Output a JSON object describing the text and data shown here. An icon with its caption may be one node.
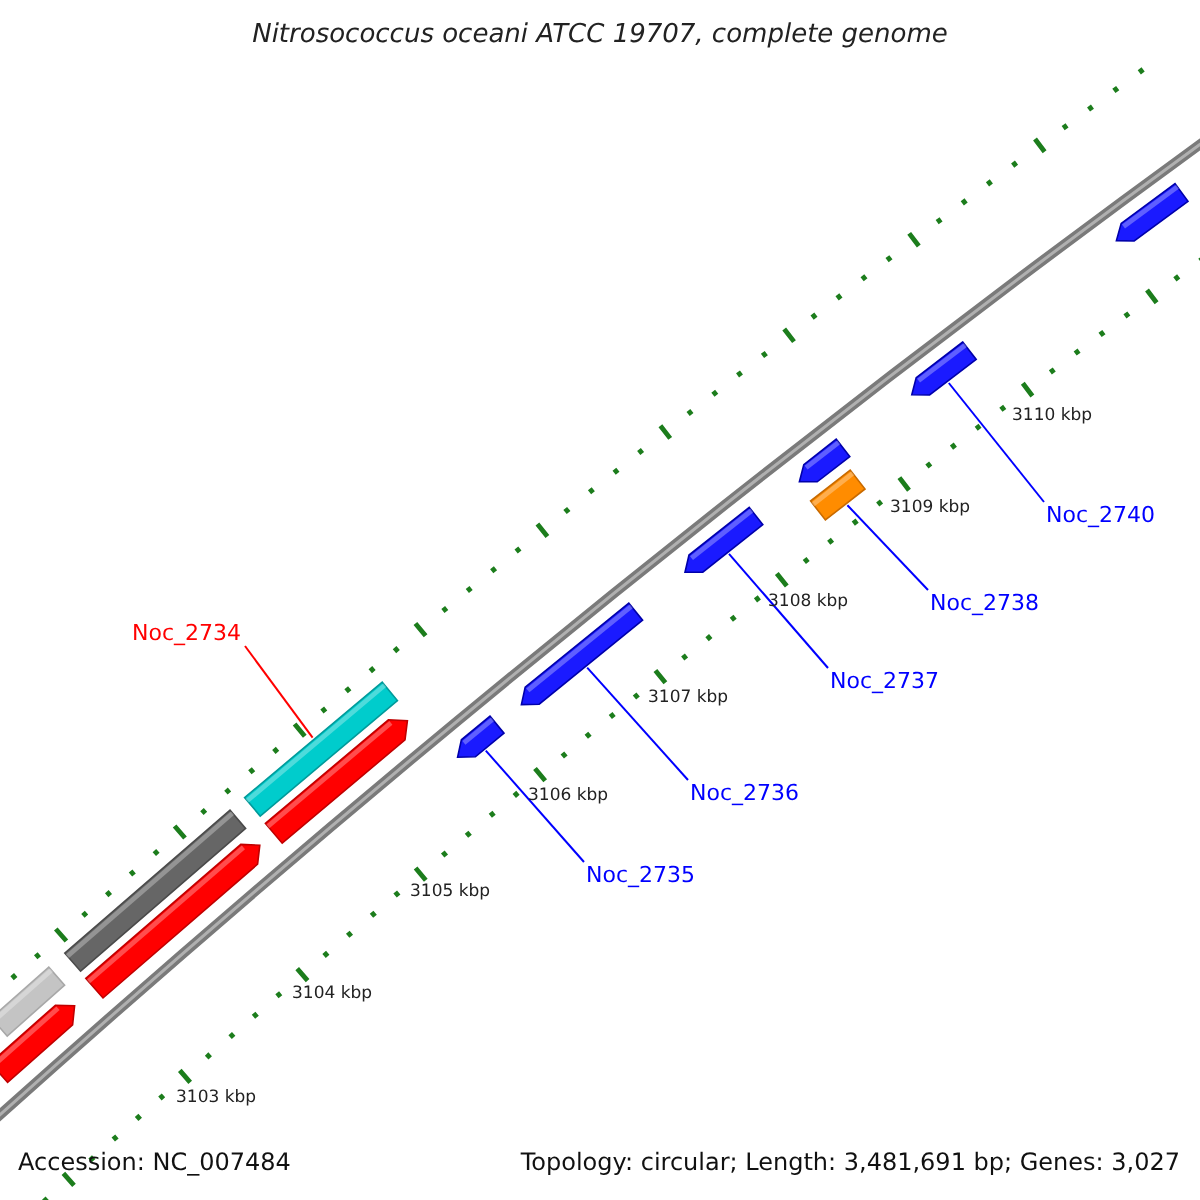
{
  "diagram": {
    "title": "Nitrosococcus oceani ATCC 19707, complete genome",
    "nodes": [
      {
        "text": [
          "Noc_2734"
        ]
      },
      {
        "text": [
          "Noc_2735"
        ]
      },
      {
        "text": [
          "Noc_2736"
        ]
      },
      {
        "text": [
          "Noc_2737"
        ]
      },
      {
        "text": [
          "Noc_2738"
        ]
      },
      {
        "text": [
          "Noc_2740"
        ]
      },
      {
        "text": [],
        "shape": "bar"
      },
      {
        "text": [],
        "shape": "bar"
      },
      {
        "text": [],
        "shape": "bar"
      },
      {
        "text": [],
        "shape": "bar"
      },
      {
        "text": [],
        "shape": "bar"
      },
      {
        "text": [],
        "shape": "bar"
      },
      {
        "text": [],
        "shape": "bar"
      },
      {
        "text": [],
        "shape": "bar"
      },
      {
        "text": [],
        "shape": "bar"
      },
      {
        "text": [],
        "shape": "bar"
      },
      {
        "text": [],
        "shape": "bar"
      },
      {
        "text": [],
        "shape": "bar"
      },
      {
        "text": [],
        "shape": "bar"
      }
    ],
    "edges": [
      {
        "from": 0,
        "to": 10,
        "arrow": "none",
        "color": "#ff0000"
      },
      {
        "from": 1,
        "to": 12,
        "arrow": "none"
      },
      {
        "from": 2,
        "to": 13,
        "arrow": "none"
      },
      {
        "from": 3,
        "to": 14,
        "arrow": "none"
      },
      {
        "from": 4,
        "to": 16,
        "arrow": "none"
      },
      {
        "from": 5,
        "to": 17,
        "arrow": "none"
      }
    ],
    "labels": [
      "3110 kbp",
      "3109 kbp",
      "3108 kbp",
      "3107 kbp",
      "3106 kbp",
      "3105 kbp",
      "3104 kbp",
      "3103 kbp",
      "Accession: NC_007484",
      "Topology: circular; Length: 3,481,691 bp; Genes: 3,027"
    ]
  }
}
